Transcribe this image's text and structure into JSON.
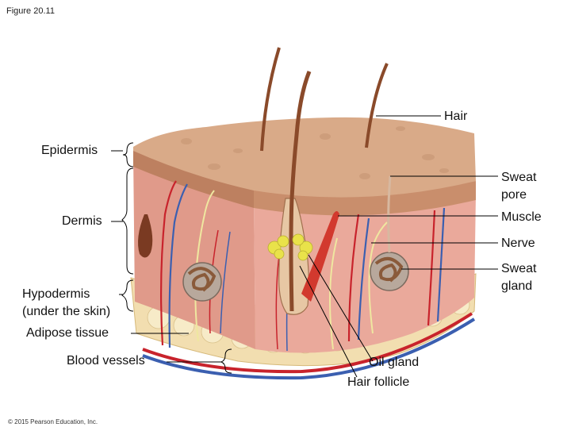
{
  "figure_label": "Figure 20.11",
  "copyright": "© 2015 Pearson Education, Inc.",
  "labels": {
    "hair": "Hair",
    "epidermis": "Epidermis",
    "sweat_pore": [
      "Sweat",
      "pore"
    ],
    "dermis": "Dermis",
    "muscle": "Muscle",
    "nerve": "Nerve",
    "sweat_gland": [
      "Sweat",
      "gland"
    ],
    "hypodermis": [
      "Hypodermis",
      "(under the skin)"
    ],
    "adipose_tissue": "Adipose tissue",
    "blood_vessels": "Blood vessels",
    "oil_gland": "Oil gland",
    "hair_follicle": "Hair follicle"
  },
  "colors": {
    "skin_top": "#d9a986",
    "skin_dark": "#b97a5c",
    "dermis_face": "#e8a99a",
    "dermis_side": "#d99484",
    "hypodermis": "#f2deb0",
    "hair": "#8a4a2a",
    "artery": "#c8232c",
    "vein": "#3b5fb0",
    "nerve": "#f4f0a0",
    "oil_gland": "#e9e24a",
    "leader": "#000000"
  },
  "icons": [
    "skin-block-illustration"
  ]
}
